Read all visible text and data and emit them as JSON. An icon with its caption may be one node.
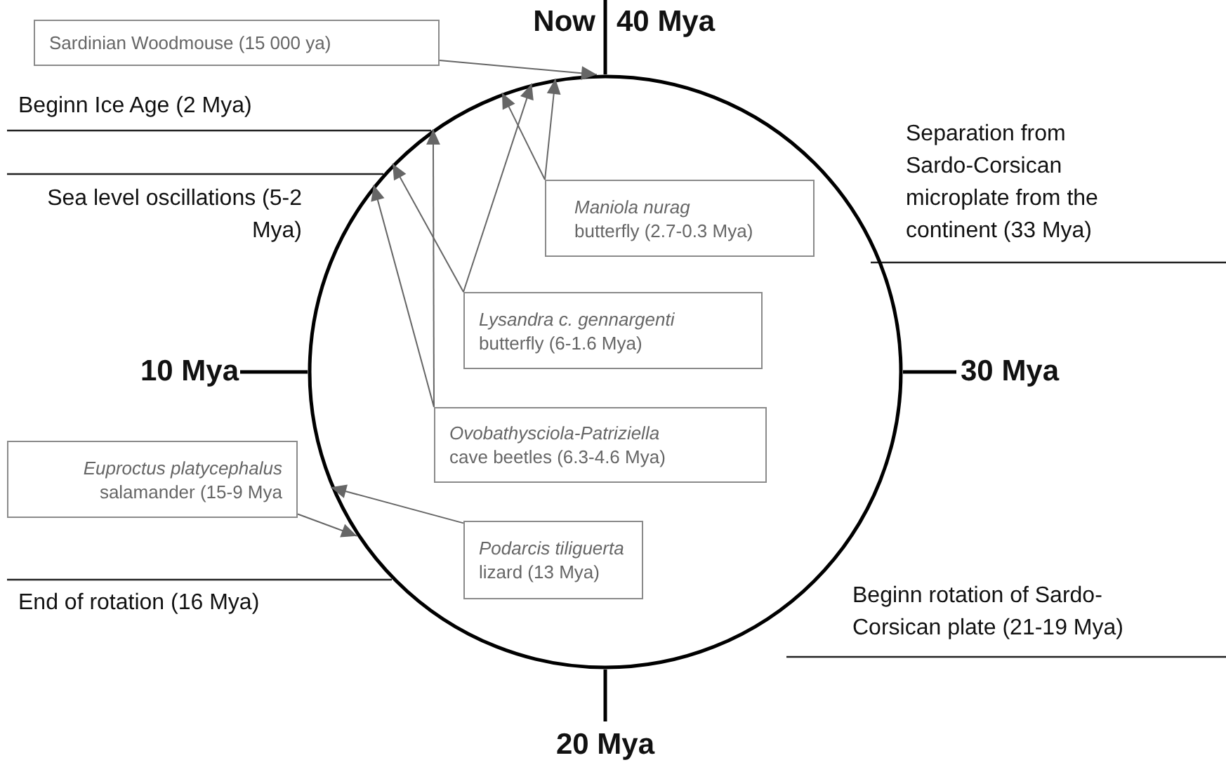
{
  "diagram": {
    "nodes": [
      {
        "text": [],
        "shape": "circle"
      },
      {
        "text": [
          "Sardinian Woodmouse (15 000 ya)"
        ]
      },
      {
        "text": [
          "Maniola nurag",
          "butterfly (2.7-0.3 Mya)"
        ],
        "in": 0
      },
      {
        "text": [
          "Lysandra c. gennargenti",
          "butterfly (6-1.6 Mya)"
        ],
        "in": 0
      },
      {
        "text": [
          "Ovobathysciola-Patriziella",
          "cave beetles (6.3-4.6 Mya)"
        ],
        "in": 0
      },
      {
        "text": [
          "Euproctus platycephalus",
          "salamander (15-9 Mya"
        ]
      },
      {
        "text": [
          "Podarcis tiliguerta",
          "lizard (13 Mya)"
        ],
        "in": 0
      }
    ],
    "edges": [
      {
        "from": 1,
        "to": 0,
        "arrow": "to"
      },
      {
        "from": 2,
        "to": 0,
        "arrow": "to"
      },
      {
        "from": 2,
        "to": 0,
        "arrow": "to"
      },
      {
        "from": 3,
        "to": 0,
        "arrow": "to"
      },
      {
        "from": 3,
        "to": 0,
        "arrow": "to"
      },
      {
        "from": 4,
        "to": 0,
        "arrow": "to"
      },
      {
        "from": 4,
        "to": 0,
        "arrow": "to"
      },
      {
        "from": 5,
        "to": 0,
        "arrow": "to"
      },
      {
        "from": 6,
        "to": 0,
        "arrow": "to"
      }
    ],
    "labels": [
      "Now",
      "40 Mya",
      "Beginn Ice Age (2 Mya)",
      "Separation from Sardo-Corsican microplate from the continent (33 Mya)",
      "Sea level oscillations (5-2 Mya)",
      "10 Mya",
      "30 Mya",
      "End of rotation (16 Mya)",
      "Beginn rotation of Sardo-Corsican plate (21-19 Mya)",
      "20 Mya"
    ]
  }
}
